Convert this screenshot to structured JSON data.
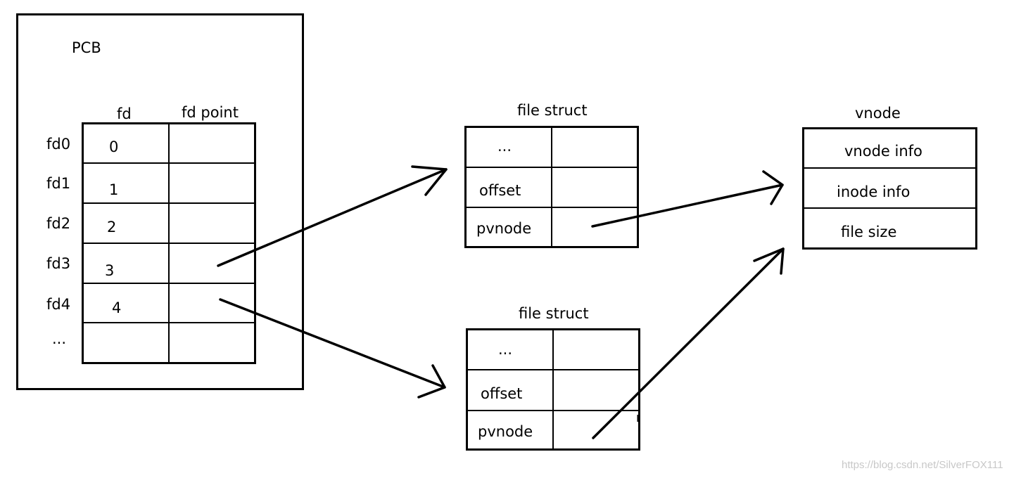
{
  "pcb": {
    "title": "PCB",
    "col_fd": "fd",
    "col_fd_point": "fd point",
    "row_labels": [
      "fd0",
      "fd1",
      "fd2",
      "fd3",
      "fd4",
      "..."
    ],
    "fd_values": [
      "0",
      "1",
      "2",
      "3",
      "4"
    ]
  },
  "file_struct_top": {
    "title": "file struct",
    "rows": [
      "...",
      "offset",
      "pvnode"
    ]
  },
  "file_struct_bottom": {
    "title": "file struct",
    "rows": [
      "...",
      "offset",
      "pvnode"
    ]
  },
  "vnode": {
    "title": "vnode",
    "rows": [
      "vnode info",
      "inode info",
      "file size"
    ]
  },
  "watermark": "https://blog.csdn.net/SilverFOX111"
}
